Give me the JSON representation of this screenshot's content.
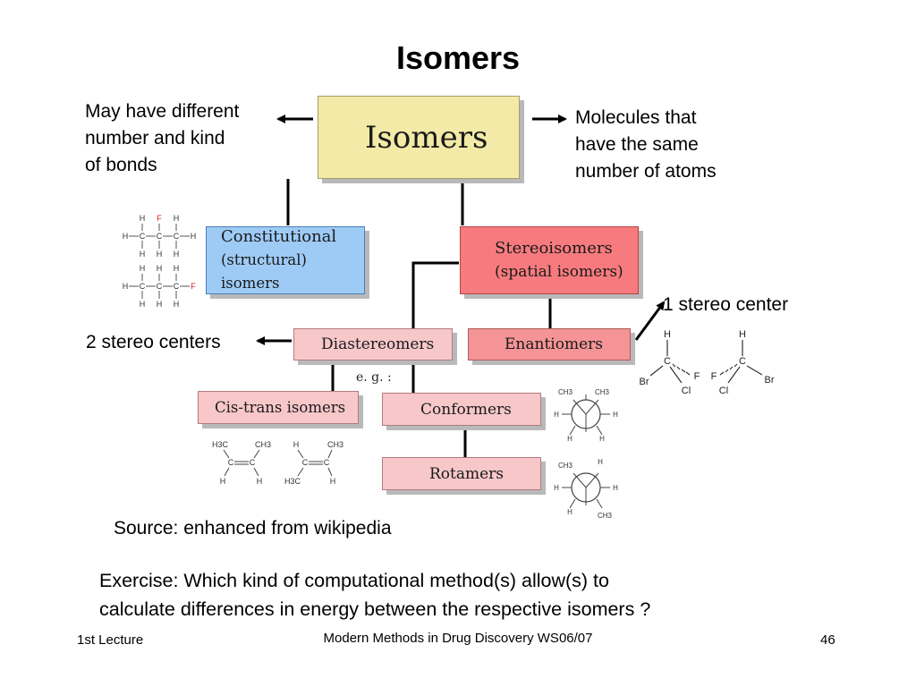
{
  "title": "Isomers",
  "notes": {
    "bonds": [
      "May have different",
      "number and kind",
      "of bonds"
    ],
    "atoms": [
      "Molecules that",
      "have the same",
      "number of atoms"
    ],
    "one_center": "1 stereo center",
    "two_centers": "2 stereo centers",
    "source": "Source: enhanced from wikipedia",
    "exercise": [
      "Exercise: Which kind of computational method(s) allow(s) to",
      "calculate differences in energy between the respective isomers ?"
    ]
  },
  "boxes": {
    "isomers": "Isomers",
    "constitutional": [
      "Constitutional",
      "(structural) isomers"
    ],
    "stereo": [
      "Stereoisomers",
      "(spatial isomers)"
    ],
    "diastereomers": "Diastereomers",
    "enantiomers": "Enantiomers",
    "eg": "e. g. :",
    "cistrans": "Cis-trans isomers",
    "conformers": "Conformers",
    "rotamers": "Rotamers"
  },
  "molecules": {
    "H": "H",
    "C": "C",
    "F": "F",
    "Br": "Br",
    "Cl": "Cl",
    "H3C": "H3C",
    "CH3": "CH3"
  },
  "footer": {
    "left": "1st Lecture",
    "center": "Modern Methods in Drug Discovery WS06/07",
    "right": "46"
  },
  "colors": {
    "isomers_box": "#f2eaa6",
    "constitutional_box": "#9ecbf6",
    "stereo_box": "#f77b7e",
    "light_pink_box": "#f7c7c9",
    "enantiomers_box": "#f49496",
    "fluorine": "#e02020"
  }
}
